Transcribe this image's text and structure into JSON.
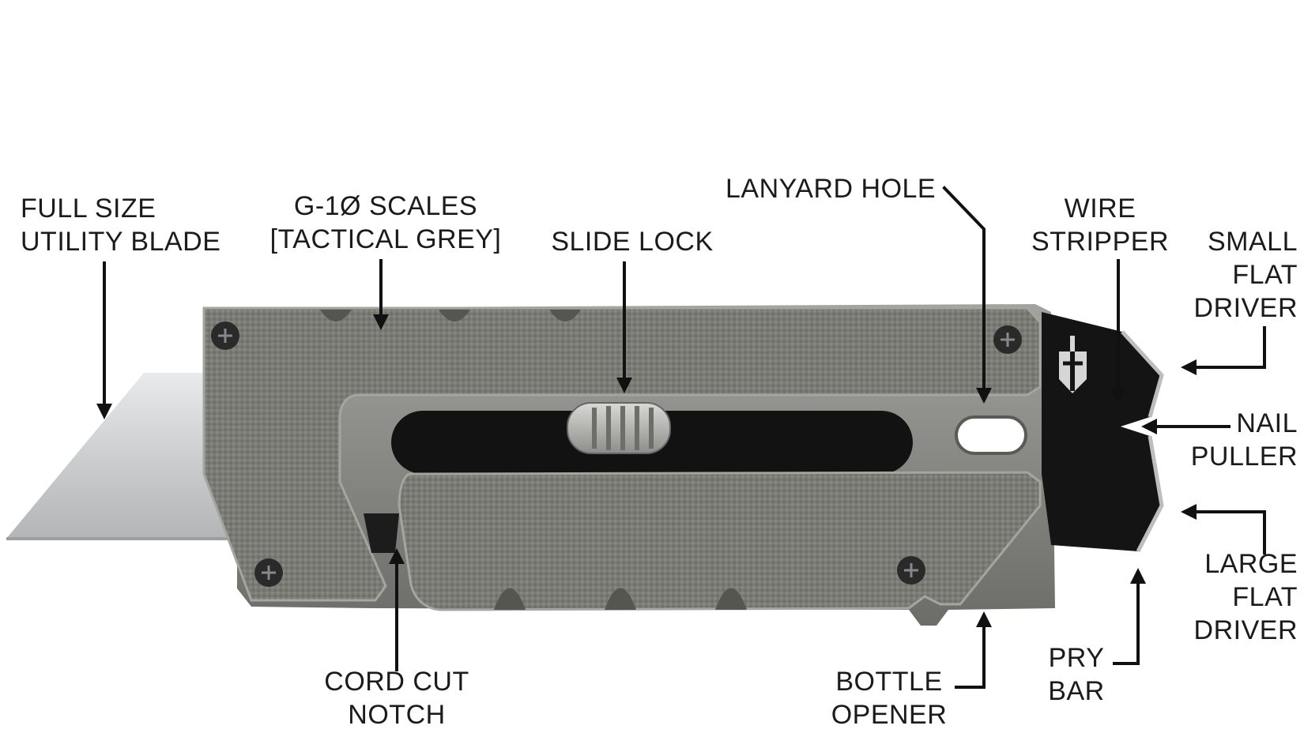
{
  "callouts": {
    "full_size_utility_blade": [
      "FULL SIZE",
      "UTILITY BLADE"
    ],
    "g10_scales": [
      "G-1Ø SCALES",
      "[TACTICAL GREY]"
    ],
    "slide_lock": [
      "SLIDE LOCK"
    ],
    "lanyard_hole": [
      "LANYARD HOLE"
    ],
    "wire_stripper": [
      "WIRE",
      "STRIPPER"
    ],
    "small_flat_driver": [
      "SMALL",
      "FLAT",
      "DRIVER"
    ],
    "nail_puller": [
      "NAIL",
      "PULLER"
    ],
    "large_flat_driver": [
      "LARGE",
      "FLAT",
      "DRIVER"
    ],
    "pry_bar": [
      "PRY",
      "BAR"
    ],
    "bottle_opener": [
      "BOTTLE",
      "OPENER"
    ],
    "cord_cut_notch": [
      "CORD CUT",
      "NOTCH"
    ]
  },
  "colors": {
    "background": "#ffffff",
    "text": "#1b1b1b",
    "arrow": "#111111",
    "scale": "#7b7c76",
    "scale_dark": "#55564f",
    "frame": "#8c8d88",
    "blade": "#d6d8da",
    "tool_tip": "#141414"
  },
  "icons": [
    "gerber-logo-icon",
    "screw-icon"
  ]
}
